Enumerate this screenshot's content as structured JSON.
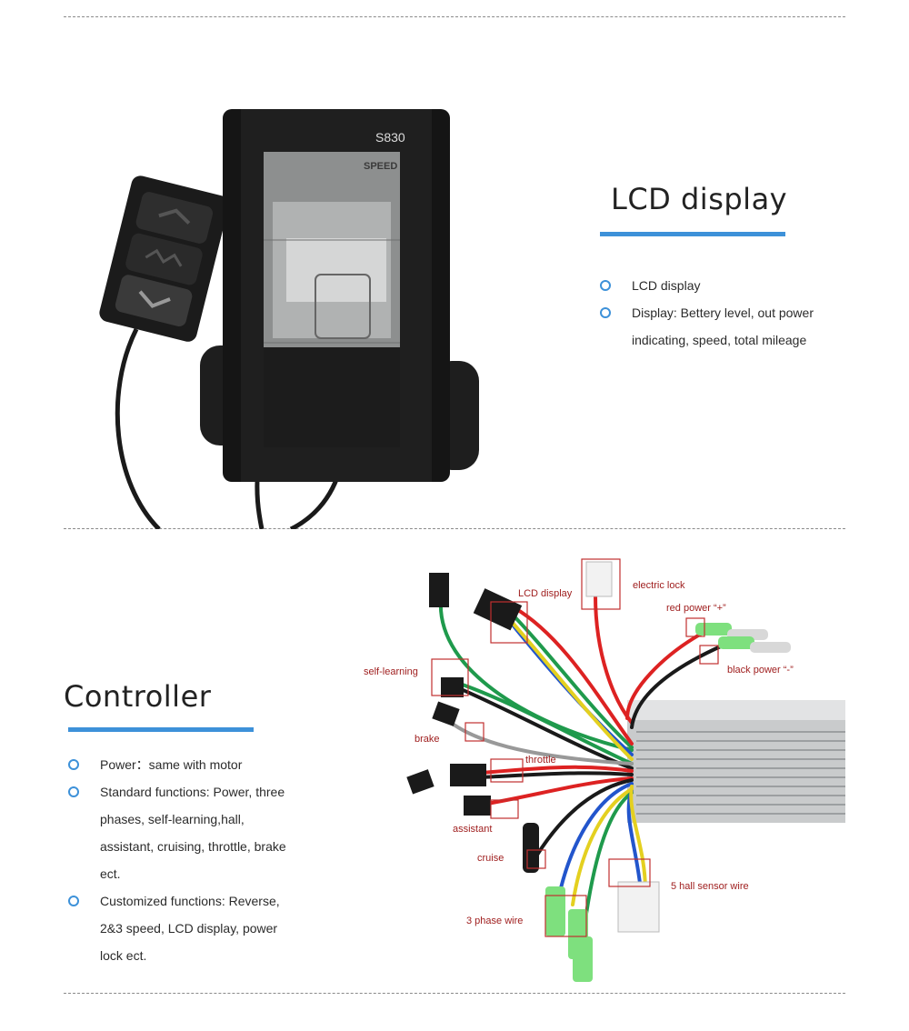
{
  "lcd": {
    "title": "LCD display",
    "features": [
      "LCD display",
      "Display: Bettery level, out power indicating, speed, total mileage"
    ],
    "screen_model": "S830",
    "screen_mode": "SPEED"
  },
  "controller": {
    "title": "Controller",
    "features": [
      "Power：same with motor",
      "Standard functions: Power, three phases, self-learning,hall, assistant, cruising, throttle, brake ect.",
      "Customized functions: Reverse, 2&3 speed, LCD display, power lock ect."
    ],
    "diagram_labels": {
      "lcd_display": "LCD display",
      "electric_lock": "electric lock",
      "red_power": "red power “+”",
      "black_power": "black power “-”",
      "self_learning": "self-learning",
      "brake": "brake",
      "throttle": "throttle",
      "assistant": "assistant",
      "cruise": "cruise",
      "hall_sensor": "5 hall sensor wire",
      "phase_wire": "3 phase wire"
    }
  },
  "colors": {
    "accent": "#3d91d9",
    "label": "#a02020"
  }
}
